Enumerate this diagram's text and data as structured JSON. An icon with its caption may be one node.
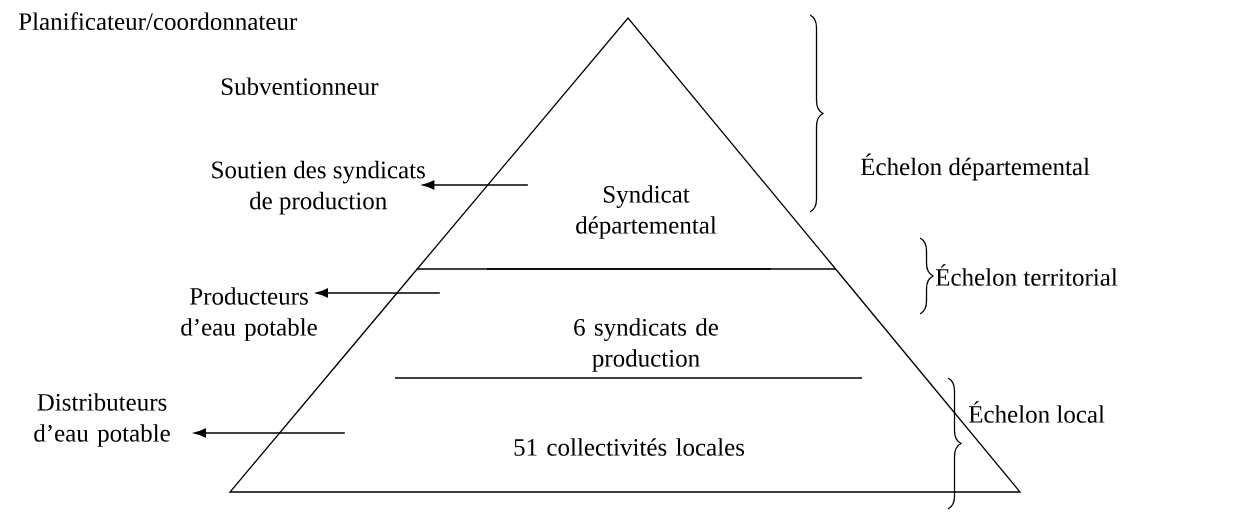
{
  "diagram": {
    "nodes": [
      {
        "text": [
          "Syndicat départemental"
        ]
      },
      {
        "text": [
          "6 syndicats de production"
        ]
      },
      {
        "text": [
          "51 collectivités locales"
        ]
      },
      {
        "text": [
          "Planificateur/coordonnateur",
          "Subventionneur",
          "Soutien des syndicats de production"
        ]
      },
      {
        "text": [
          "Producteurs d’eau potable"
        ]
      },
      {
        "text": [
          "Distributeurs d’eau potable"
        ]
      }
    ],
    "edges": [
      {
        "from": 0,
        "to": 3,
        "arrow": "to"
      },
      {
        "from": 1,
        "to": 4,
        "arrow": "to"
      },
      {
        "from": 2,
        "to": 5,
        "arrow": "to"
      }
    ],
    "labels": [
      "Échelon départemental",
      "Échelon territorial",
      "Échelon local"
    ]
  }
}
